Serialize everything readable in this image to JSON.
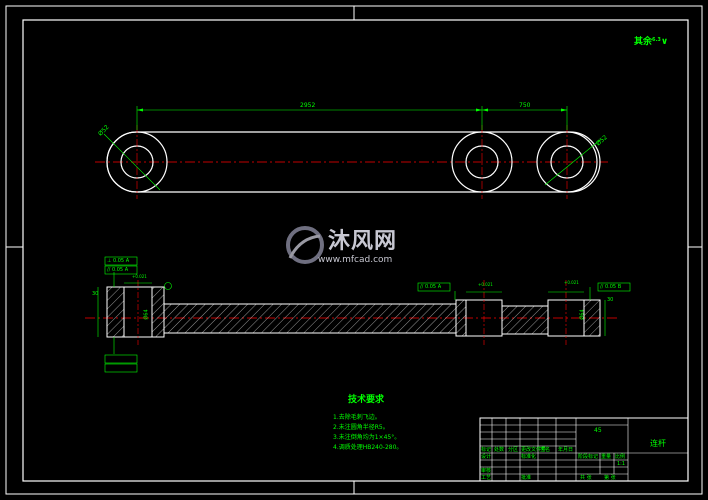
{
  "drawing": {
    "corner_note": "其余",
    "roughness_note": "6.3",
    "dim_main_span": "2952",
    "dim_right_span": "750",
    "dim_left_diameter": "Ø52",
    "dim_right_diameter": "Ø52",
    "watermark_brand": "沐风网",
    "watermark_url": "www.mfcad.com",
    "section_dims": {
      "left_bore": "Ø64",
      "right_bore": "Ø64",
      "left_top_tol": "+0.021",
      "right_top_tol1": "+0.021",
      "right_top_tol2": "+0.021",
      "left_side_dim": "30",
      "right_side_dim": "30"
    },
    "gdt_frames": [
      {
        "symbol": "⊥",
        "value": "0.05",
        "datum": "A"
      },
      {
        "symbol": "//",
        "value": "0.05",
        "datum": "A"
      },
      {
        "symbol": "//",
        "value": "0.05",
        "datum": "A"
      },
      {
        "symbol": "//",
        "value": "0.05",
        "datum": "B"
      }
    ],
    "tech_req": {
      "title": "技术要求",
      "items": [
        "1.去除毛刺飞边。",
        "2.未注圆角半径R5。",
        "3.未注倒角均为1×45°。",
        "4.调质处理HB240-280。"
      ]
    }
  },
  "title_block": {
    "material": "45",
    "part_name": "连杆",
    "cells": [
      "标记",
      "处数",
      "分区",
      "更改文件号",
      "签名",
      "年月日",
      "设计",
      "标准化",
      "阶段标记",
      "重量",
      "比例",
      "审核",
      "工艺",
      "批准",
      "共 张",
      "第 张",
      "1:1"
    ]
  },
  "colors": {
    "background": "#000000",
    "frame": "#ffffff",
    "outline": "#ffffff",
    "dimension": "#00ff00",
    "centerline": "#ff0000",
    "hatch": "#ffffff"
  }
}
